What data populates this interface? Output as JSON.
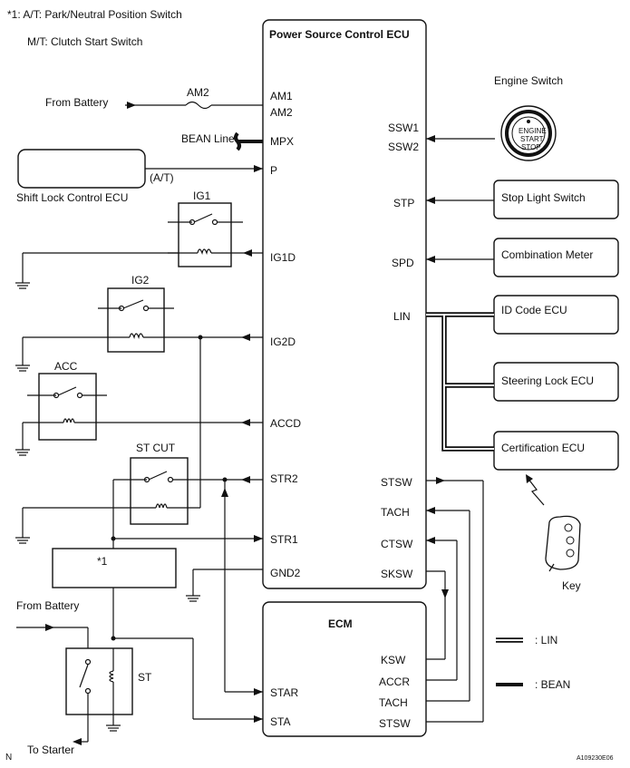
{
  "notes": {
    "note1": "*1: A/T: Park/Neutral Position Switch",
    "note2": "M/T: Clutch Start Switch"
  },
  "ecu": {
    "title": "Power Source Control ECU",
    "left_pins": [
      "AM1",
      "AM2",
      "MPX",
      "P",
      "IG1D",
      "IG2D",
      "ACCD",
      "STR2",
      "STR1",
      "GND2"
    ],
    "right_pins": [
      "SSW1",
      "SSW2",
      "STP",
      "SPD",
      "LIN",
      "STSW",
      "TACH",
      "CTSW",
      "SKSW"
    ]
  },
  "ecm": {
    "title": "ECM",
    "left_pins": [
      "STAR",
      "STA"
    ],
    "right_pins": [
      "KSW",
      "ACCR",
      "TACH",
      "STSW"
    ]
  },
  "labels": {
    "from_battery_1": "From Battery",
    "am2": "AM2",
    "bean_line": "BEAN Line",
    "shift_lock": "Shift Lock Control ECU",
    "at": "(A/T)",
    "ig1": "IG1",
    "ig2": "IG2",
    "acc": "ACC",
    "st_cut": "ST CUT",
    "star1": "*1",
    "from_battery_2": "From Battery",
    "st": "ST",
    "to_starter": "To Starter",
    "engine_switch": "Engine Switch",
    "engine_switch_face": [
      "ENGINE",
      "START",
      "STOP"
    ],
    "key": "Key",
    "corner_n": "N",
    "figure_id": "A109230E06"
  },
  "devices": {
    "stop_light": "Stop Light Switch",
    "combination_meter": "Combination Meter",
    "id_code": "ID Code ECU",
    "steering_lock": "Steering Lock ECU",
    "certification": "Certification ECU"
  },
  "legend": {
    "lin": ": LIN",
    "bean": ": BEAN"
  }
}
